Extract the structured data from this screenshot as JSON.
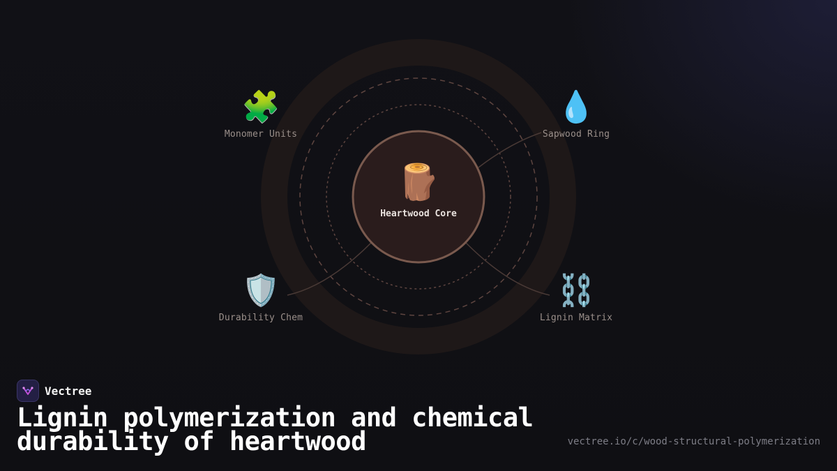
{
  "brand": {
    "name": "Vectree",
    "logo_icon": "vectree-logo-icon"
  },
  "title": "Lignin polymerization and chemical durability of heartwood",
  "url": "vectree.io/c/wood-structural-polymerization",
  "diagram": {
    "center": {
      "label": "Heartwood Core",
      "icon": "wood-log-icon",
      "emoji": "🪵"
    },
    "nodes": [
      {
        "label": "Monomer Units",
        "icon": "puzzle-piece-icon",
        "emoji": "🧩"
      },
      {
        "label": "Sapwood Ring",
        "icon": "droplet-icon",
        "emoji": "💧"
      },
      {
        "label": "Durability Chem",
        "icon": "shield-icon",
        "emoji": "🛡️"
      },
      {
        "label": "Lignin Matrix",
        "icon": "chain-icon",
        "emoji": "⛓️"
      }
    ]
  },
  "colors": {
    "background": "#111116",
    "outer_ring": "#1e1818",
    "core_fill": "#2a1c1c",
    "core_stroke": "#7a5a4e",
    "dashed_ring": "#5e4540",
    "connector": "#4a3a36",
    "brand_accent": "#231f44"
  }
}
